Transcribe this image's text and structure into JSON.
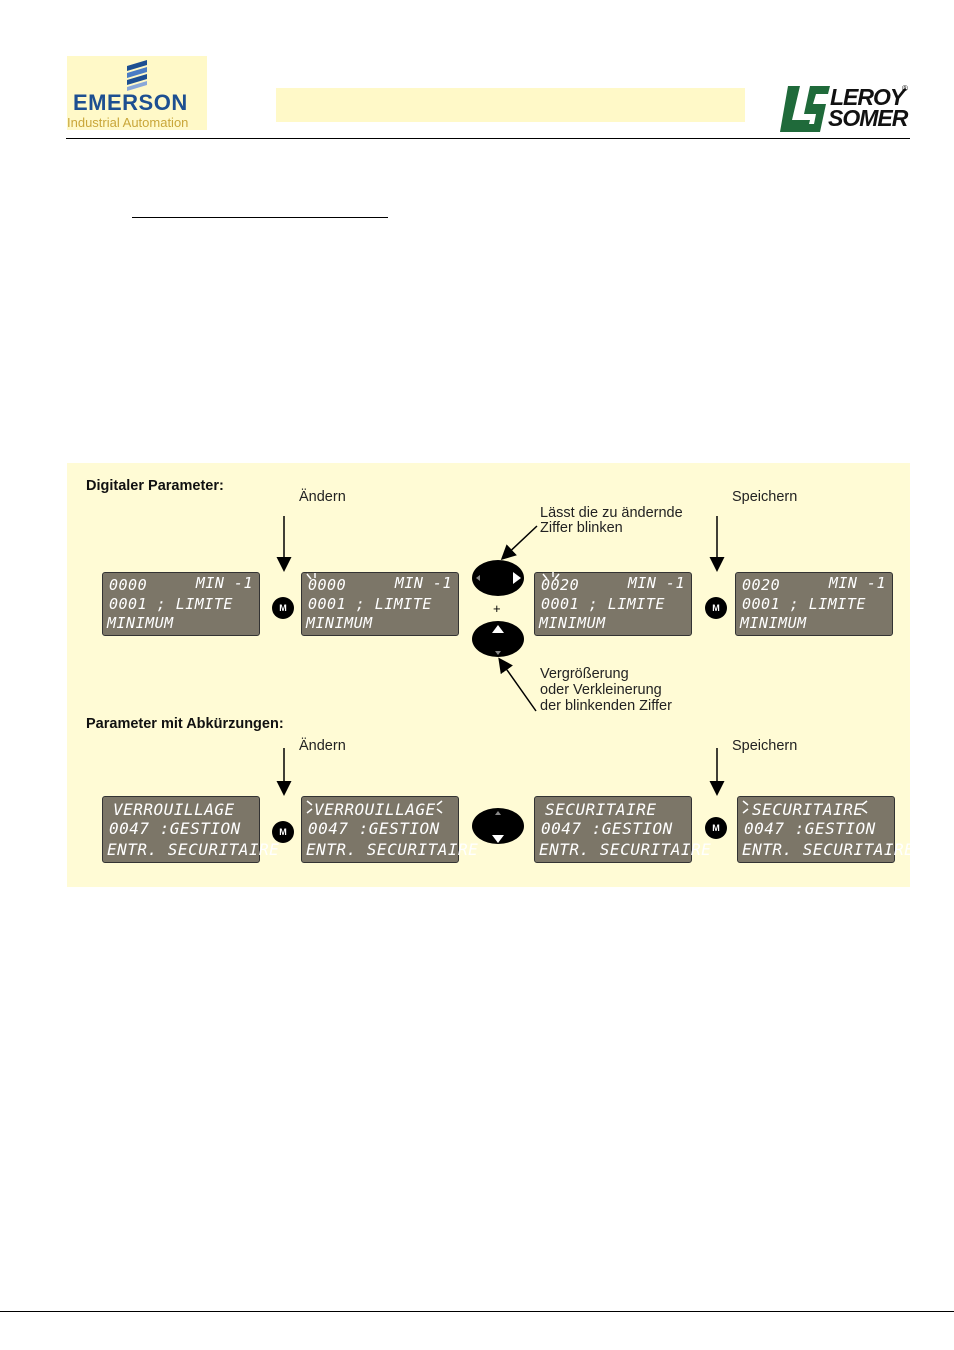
{
  "header": {
    "emerson_brand": "EMERSON",
    "emerson_sub": "Industrial Automation",
    "leroy_word1": "LEROY",
    "leroy_word2": "SOMER",
    "leroy_reg": "®"
  },
  "figure": {
    "heading_digital": "Digitaler Parameter:",
    "heading_abbrev": "Parameter mit Abkürzungen:",
    "label_change_1": "Ändern",
    "label_save_1": "Speichern",
    "label_change_2": "Ändern",
    "label_save_2": "Speichern",
    "note_blink_1": "Lässt die zu ändernde",
    "note_blink_2": "Ziffer blinken",
    "note_inc_1": "Vergrößerung",
    "note_inc_2": "oder Verkleinerung",
    "note_inc_3": "der blinkenden Ziffer",
    "plus": "+",
    "mode_key": "M",
    "row1": [
      {
        "l1": "0000",
        "l1r": "MIN -1",
        "l2": "0001 ; LIMITE",
        "l3": "MINIMUM"
      },
      {
        "l1": "0000",
        "l1r": "MIN -1",
        "l2": "0001 ; LIMITE",
        "l3": "MINIMUM"
      },
      {
        "l1": "0020",
        "l1r": "MIN -1",
        "l2": "0001 ; LIMITE",
        "l3": "MINIMUM"
      },
      {
        "l1": "0020",
        "l1r": "MIN -1",
        "l2": "0001 ; LIMITE",
        "l3": "MINIMUM"
      }
    ],
    "row2": [
      {
        "l1": "VERROUILLAGE",
        "l2": "0047 :GESTION",
        "l3": "ENTR. SECURITAIRE"
      },
      {
        "l1": "VERROUILLAGE",
        "l2": "0047 :GESTION",
        "l3": "ENTR. SECURITAIRE"
      },
      {
        "l1": "SECURITAIRE",
        "l2": "0047 :GESTION",
        "l3": "ENTR. SECURITAIRE"
      },
      {
        "l1": "SECURITAIRE",
        "l2": "0047 :GESTION",
        "l3": "ENTR. SECURITAIRE"
      }
    ]
  }
}
